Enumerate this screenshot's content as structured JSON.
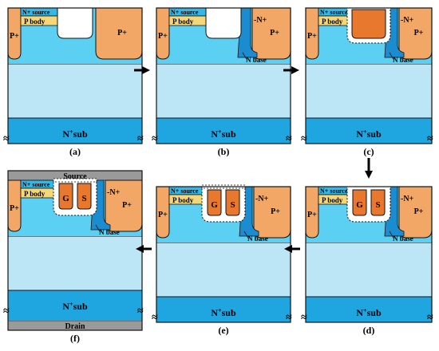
{
  "colors": {
    "p_plus": "#F2A766",
    "p_body": "#F5D77A",
    "n_source": "#33B8E8",
    "epi_bright": "#5CD0F2",
    "drift": "#BCE6F6",
    "n_sub": "#1FA6E0",
    "n_base": "#1C8CD1",
    "oxide": "#ffffff",
    "poly": "#E8782E",
    "metal": "#9A9A9A",
    "arrow": "#000000"
  },
  "labels": {
    "n_source": "N+ source",
    "p_body": "P body",
    "p_plus": "P+",
    "n_plus": "N+",
    "n_base": "N base",
    "n_sub_main": "N",
    "n_sub_sup": "+",
    "n_sub_rest": "sub",
    "gate": "G",
    "shield": "S",
    "source_metal": "Source",
    "drain_metal": "Drain",
    "break_mark": "≈"
  },
  "panels": [
    {
      "id": "a",
      "caption": "(a)",
      "stage": "trench"
    },
    {
      "id": "b",
      "caption": "(b)",
      "stage": "nbase"
    },
    {
      "id": "c",
      "caption": "(c)",
      "stage": "poly"
    },
    {
      "id": "d",
      "caption": "(d)",
      "stage": "split"
    },
    {
      "id": "e",
      "caption": "(e)",
      "stage": "oxide"
    },
    {
      "id": "f",
      "caption": "(f)",
      "stage": "metal"
    }
  ]
}
